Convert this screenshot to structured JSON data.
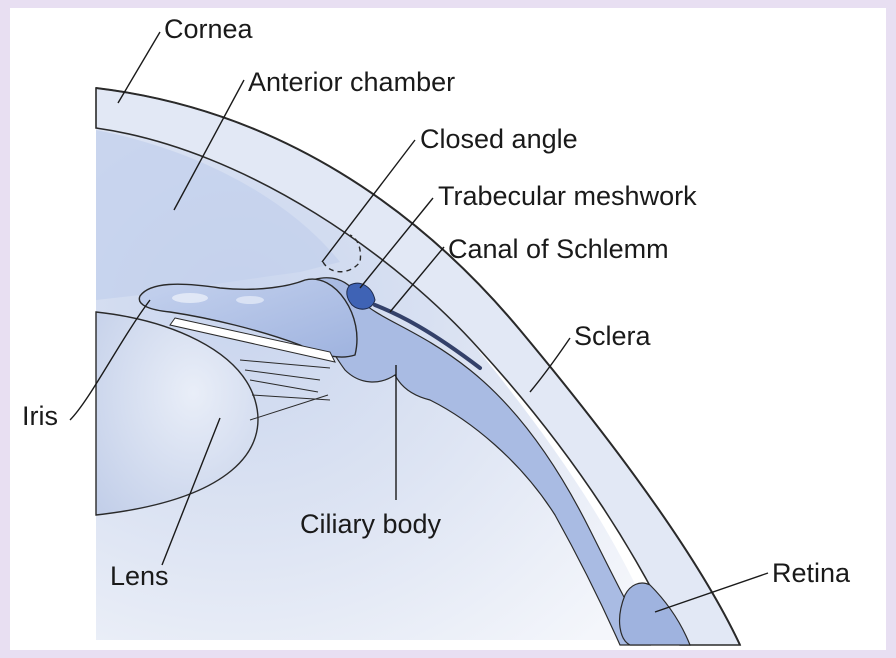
{
  "diagram": {
    "labels": {
      "cornea": "Cornea",
      "anterior_chamber": "Anterior chamber",
      "closed_angle": "Closed angle",
      "trabecular_meshwork": "Trabecular meshwork",
      "canal_of_schlemm": "Canal of Schlemm",
      "sclera": "Sclera",
      "iris": "Iris",
      "ciliary_body": "Ciliary body",
      "lens": "Lens",
      "retina": "Retina"
    },
    "colors": {
      "page_border": "#e8dff2",
      "tissue_light": "#dfe6f3",
      "tissue_mid": "#b7c6e6",
      "tissue_dark": "#8aa3d6",
      "accent": "#5f7fc4"
    }
  }
}
